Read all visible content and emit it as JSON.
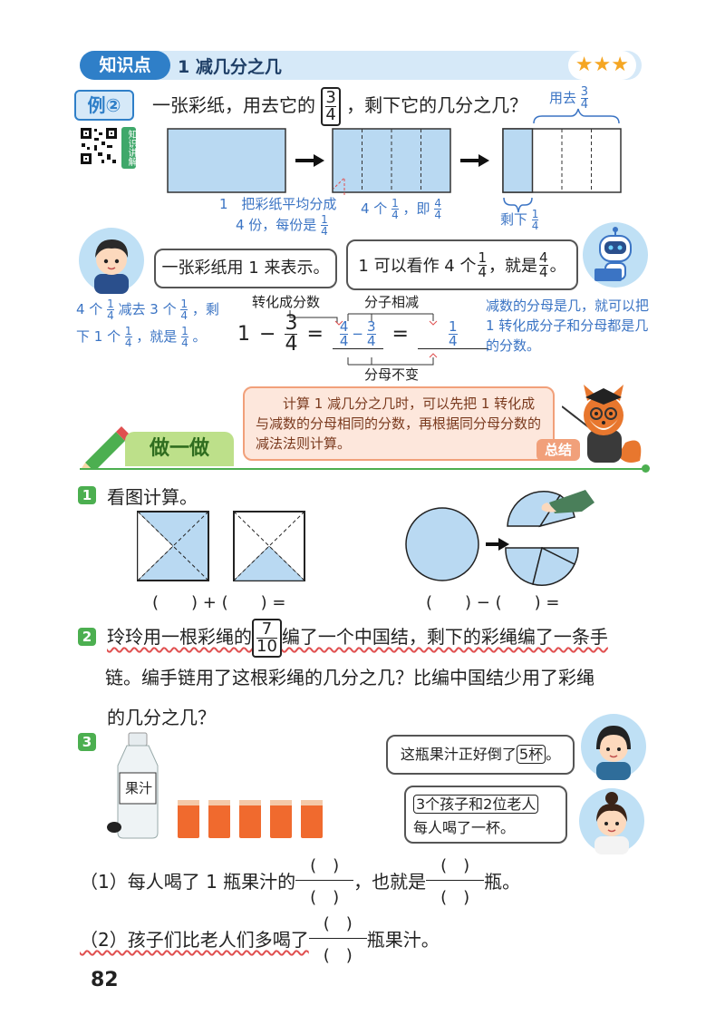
{
  "header": {
    "badge": "知识点",
    "title": "1 减几分之几",
    "stars": [
      "★",
      "★",
      "★"
    ]
  },
  "example": {
    "tag": "例②",
    "text_before": "一张彩纸，用去它的",
    "frac_num": "3",
    "frac_den": "4",
    "text_after": "，剩下它的几分之几？",
    "qr_label": "知识讲解",
    "used_label": "用去",
    "used_num": "3",
    "used_den": "4",
    "note1_a": "1",
    "note1_b": "把彩纸平均分成",
    "note1_c": "4 份，每份是",
    "note1_num": "1",
    "note1_den": "4",
    "note2_a": "4 个",
    "note2_num1": "1",
    "note2_den1": "4",
    "note2_b": "，即",
    "note2_num2": "4",
    "note2_den2": "4",
    "remain_label": "剩下",
    "remain_num": "1",
    "remain_den": "4",
    "bubble_left": "一张彩纸用 1 来表示。",
    "bubble_right_a": "1 可以看作 4 个",
    "bubble_right_num1": "1",
    "bubble_right_den1": "4",
    "bubble_right_b": "，就是",
    "bubble_right_num2": "4",
    "bubble_right_den2": "4",
    "left_note_a": "4 个",
    "left_note_b": "减去 3 个",
    "left_note_c": "，剩",
    "left_note_d": "下 1 个",
    "left_note_e": "，就是",
    "label_convert": "转化成分数",
    "label_num_sub": "分子相减",
    "label_den_same": "分母不变",
    "right_note": "减数的分母是几，就可以把 1 转化成分子和分母都是几的分数。",
    "eq_one": "1",
    "eq_minus": "−",
    "eq_eq": "=",
    "summary": "计算 1 减几分之几时，可以先把 1 转化成与减数的分母相同的分数，再根据同分母分数的减法法则计算。",
    "summary_tag": "总结"
  },
  "practice": {
    "title": "做一做",
    "q1_num": "1",
    "q1_text": "看图计算。",
    "q1_expr_left": "(　　) + (　　) =",
    "q1_expr_right": "(　　) − (　　) =",
    "q2_num": "2",
    "q2_a": "玲玲用一根彩绳的",
    "q2_frac_num": "7",
    "q2_frac_den": "10",
    "q2_b": "编了一个中国结，剩下的彩绳编了一条手",
    "q2_c": "链。编手链用了这根彩绳的几分之几？比编中国结少用了彩绳",
    "q2_d": "的几分之几？",
    "q3_num": "3",
    "bottle_label": "果汁",
    "bubble_top_a": "这瓶果汁正好倒了",
    "bubble_top_b": "5杯",
    "bubble_top_c": "。",
    "bubble_bottom_a": "3个孩子和2位老人",
    "bubble_bottom_b": "每人喝了一杯。",
    "sub1_a": "（1）每人喝了 1 瓶果汁的",
    "sub1_b": "，也就是",
    "sub1_c": "瓶。",
    "sub2_a": "（2）孩子们比老人们多喝了",
    "sub2_b": "瓶果汁。",
    "paren": "(　)"
  },
  "page_number": "82"
}
